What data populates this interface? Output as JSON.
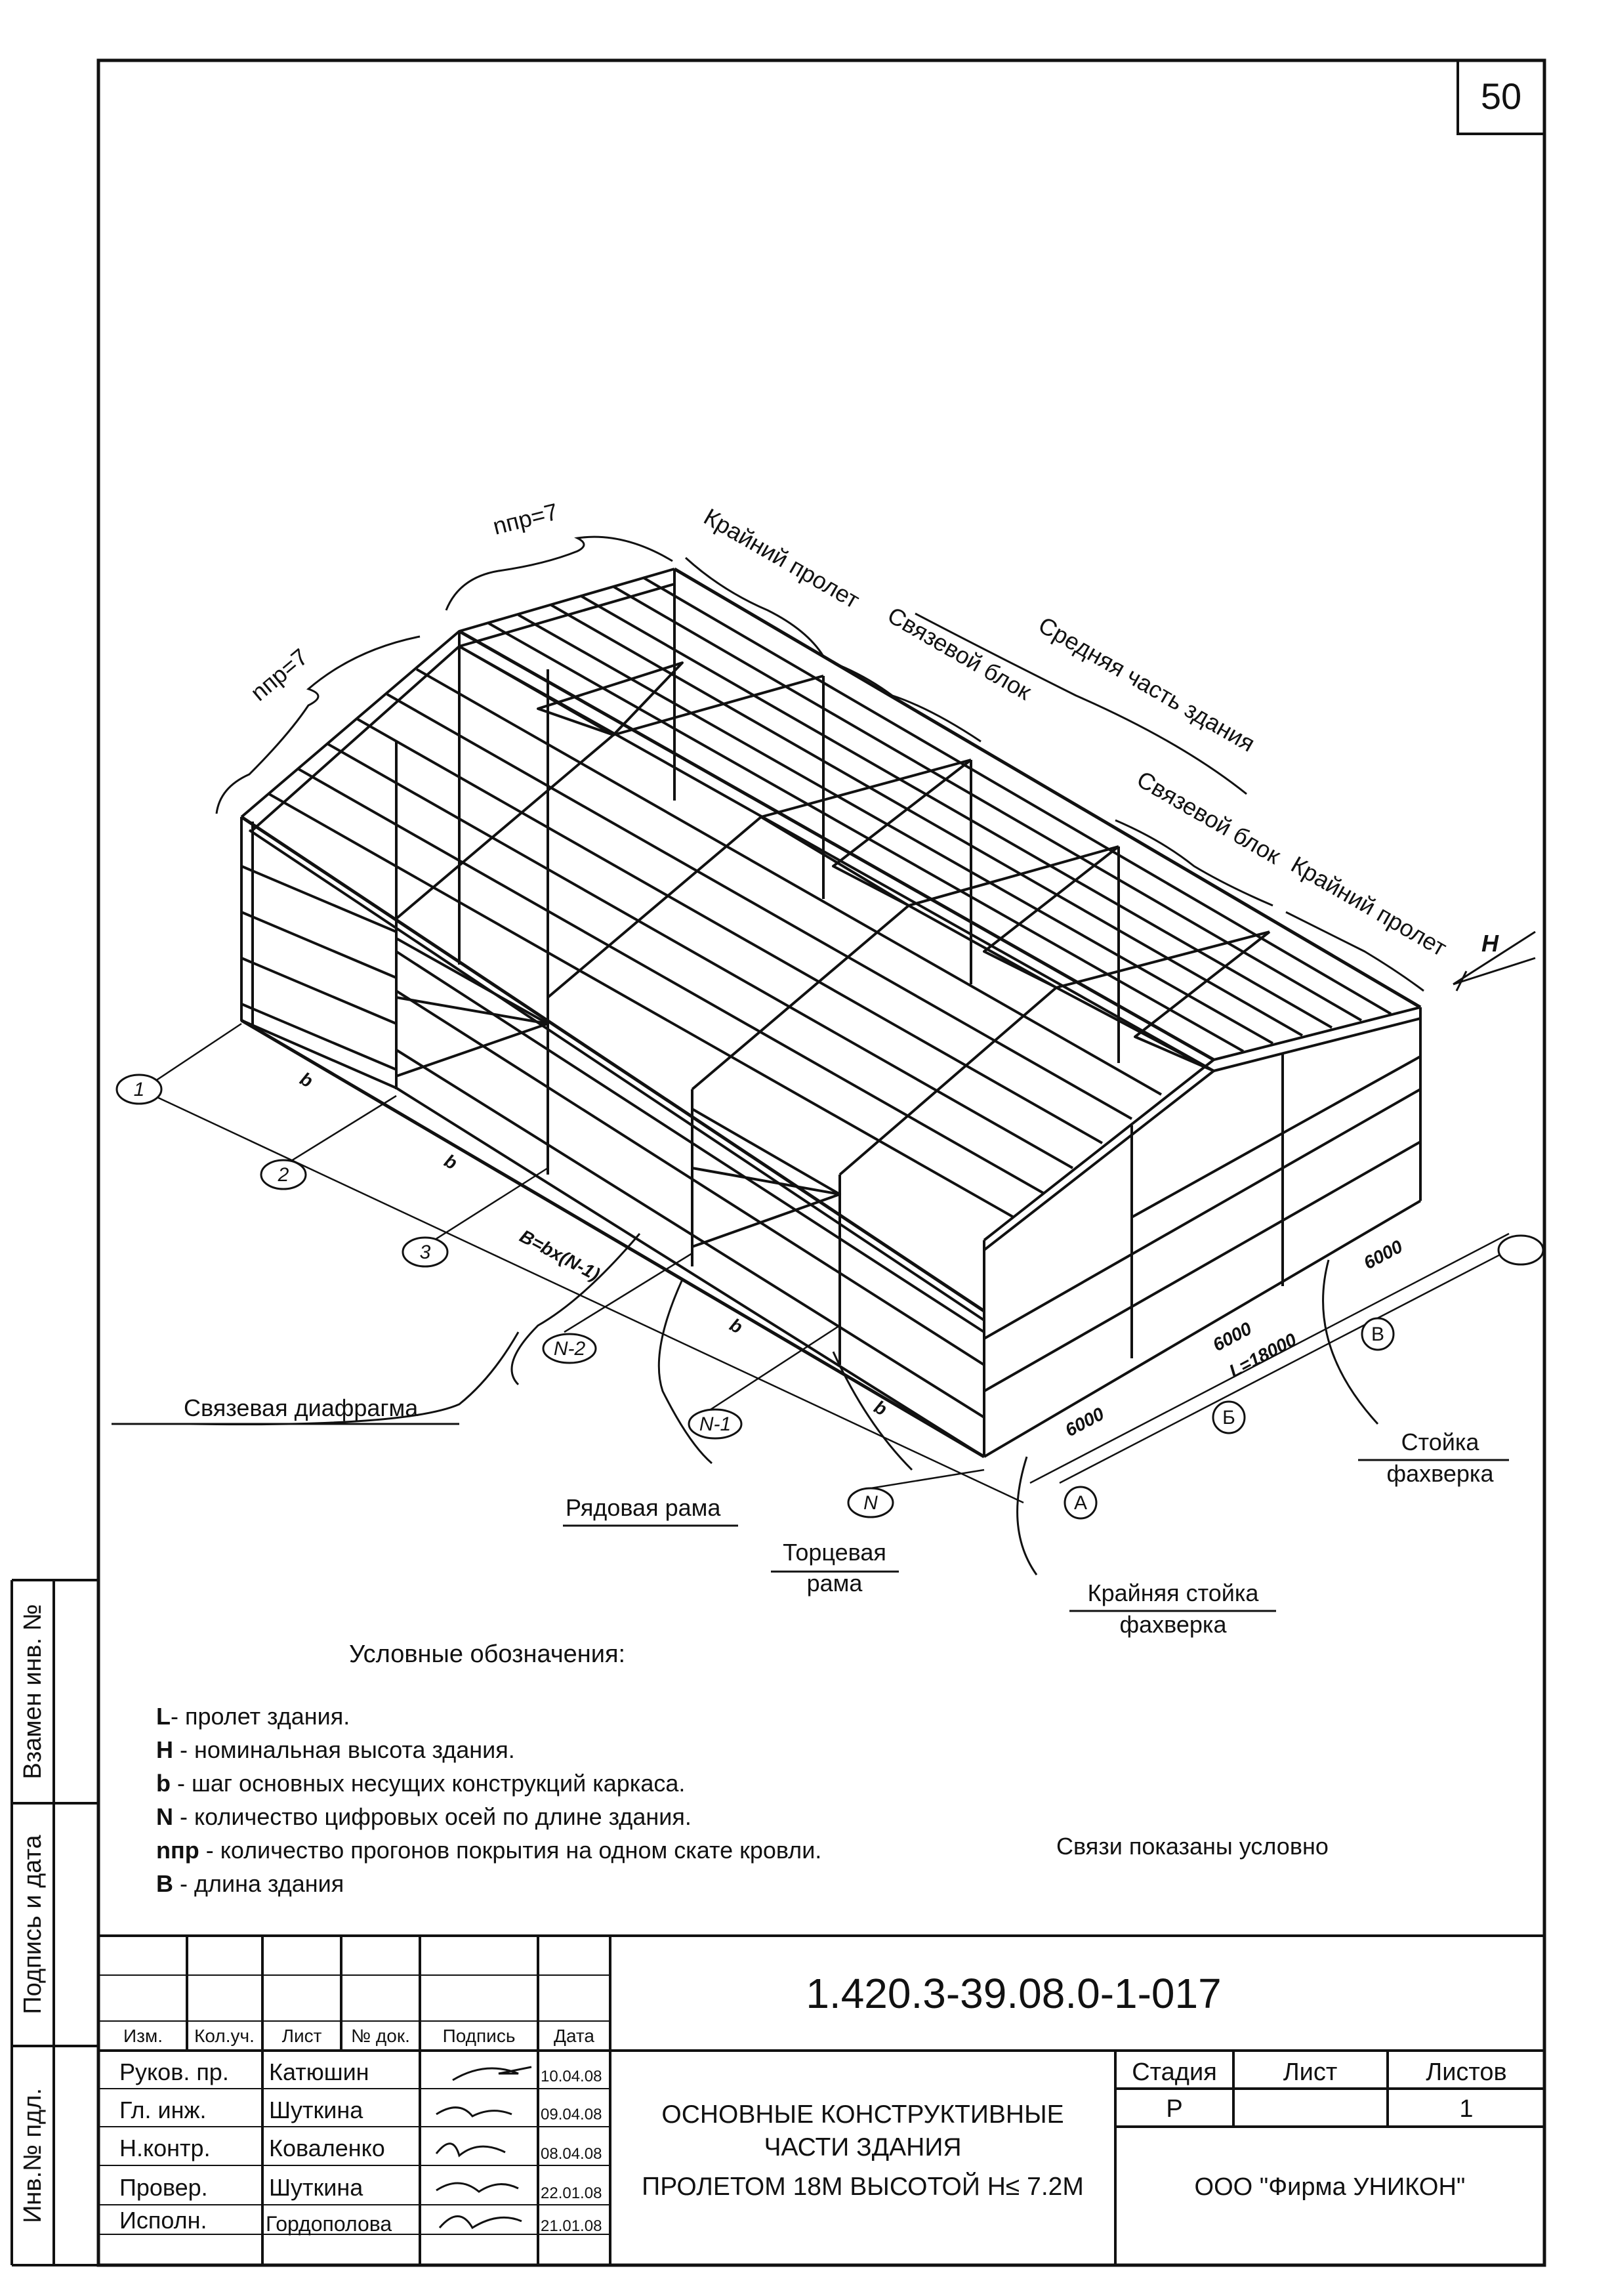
{
  "sheet_number": "50",
  "drawing": {
    "labels": {
      "npr_left": "nпр=7",
      "npr_right": "nпр=7",
      "end_span_top": "Крайний пролет",
      "bracing_block_top": "Связевой блок",
      "middle_part": "Средняя часть здания",
      "bracing_block_bottom": "Связевой блок",
      "end_span_bottom": "Крайний пролет",
      "height": "H",
      "bracing_diaphragm": "Связевая диафрагма",
      "ordinary_frame": "Рядовая рама",
      "end_frame_1": "Торцевая",
      "end_frame_2": "рама",
      "end_post_1": "Крайняя стойка",
      "end_post_2": "фахверка",
      "post_1": "Стойка",
      "post_2": "фахверка"
    },
    "axes_length": [
      "1",
      "2",
      "3",
      "N-2",
      "N-1",
      "N"
    ],
    "axes_width": [
      "А",
      "Б",
      "В"
    ],
    "dims": {
      "b": "b",
      "B_formula": "B=bx(N-1)",
      "d6000": "6000",
      "L": "L=18000"
    }
  },
  "legend": {
    "title": "Условные обозначения:",
    "items": [
      {
        "key": "L",
        "text": "- пролет здания."
      },
      {
        "key": "H",
        "text": " - номинальная высота здания."
      },
      {
        "key": "b",
        "text": " - шаг основных несущих конструкций каркаса."
      },
      {
        "key": "N",
        "text": " - количество цифровых осей по длине здания."
      },
      {
        "key": "nпр",
        "text": " - количество прогонов покрытия на одном скате кровли."
      },
      {
        "key": "B",
        "text": " - длина здания"
      }
    ],
    "note": "Связи показаны условно"
  },
  "side_stamps": [
    "Взамен инв. №",
    "Подпись и дата",
    "Инв.№ пдл."
  ],
  "title_block": {
    "code": "1.420.3-39.08.0-1-017",
    "headers": [
      "Изм.",
      "Кол.уч.",
      "Лист",
      "№ док.",
      "Подпись",
      "Дата"
    ],
    "rows": [
      {
        "role": "Руков. пр.",
        "name": "Катюшин",
        "date": "10.04.08"
      },
      {
        "role": "Гл. инж.",
        "name": "Шуткина",
        "date": "09.04.08"
      },
      {
        "role": "Н.контр.",
        "name": "Коваленко",
        "date": "08.04.08"
      },
      {
        "role": "Провер.",
        "name": "Шуткина",
        "date": "22.01.08"
      },
      {
        "role": "Исполн.",
        "name": "Гордополова",
        "date": "21.01.08"
      }
    ],
    "title_lines": [
      "ОСНОВНЫЕ КОНСТРУКТИВНЫЕ",
      "ЧАСТИ ЗДАНИЯ",
      "ПРОЛЕТОМ 18М ВЫСОТОЙ H≤ 7.2М"
    ],
    "stage_header": "Стадия",
    "sheet_header": "Лист",
    "sheets_header": "Листов",
    "stage": "Р",
    "sheet": "",
    "sheets": "1",
    "company": "ООО \"Фирма УНИКОН\""
  }
}
